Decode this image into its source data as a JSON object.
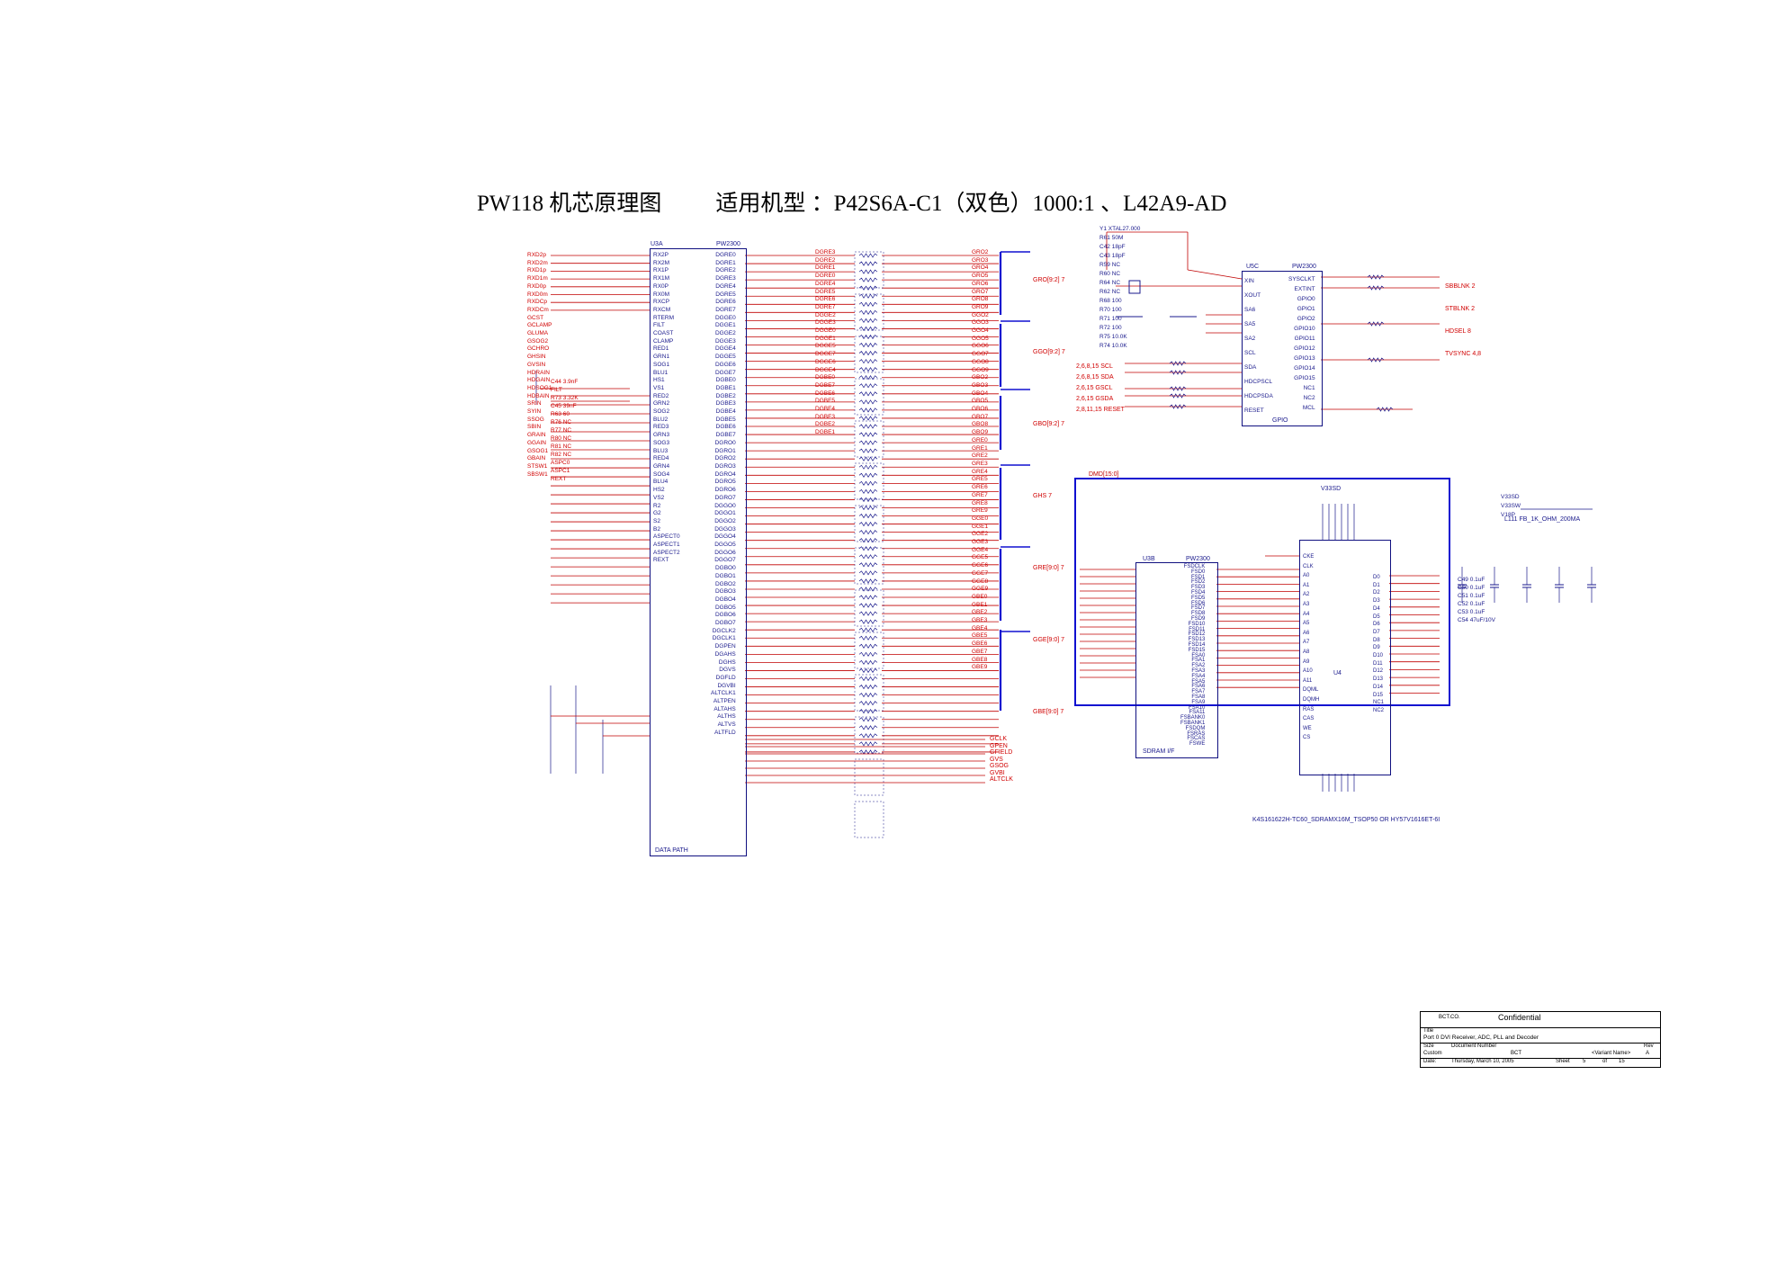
{
  "title": {
    "main": "PW118 机芯原理图",
    "models": "适用机型 ：P42S6A-C1（双色）1000:1 、L42A9-AD"
  },
  "u3a": {
    "ref": "U3A",
    "part": "PW2300",
    "footer": "DATA PATH",
    "left_pins": [
      "RX2P",
      "RX2M",
      "RX1P",
      "RX1M",
      "RX0P",
      "RX0M",
      "RXCP",
      "RXCM",
      "RTERM",
      "FILT",
      "COAST",
      "CLAMP",
      "RED1",
      "GRN1",
      "SOG1",
      "BLU1",
      "HS1",
      "VS1",
      "RED2",
      "GRN2",
      "SOG2",
      "BLU2",
      "RED3",
      "GRN3",
      "SOG3",
      "BLU3",
      "RED4",
      "GRN4",
      "SOG4",
      "BLU4",
      "HS2",
      "VS2",
      "R2",
      "G2",
      "S2",
      "B2",
      "ASPECT0",
      "ASPECT1",
      "ASPECT2",
      "REXT"
    ],
    "right_pins": [
      "DGRE0",
      "DGRE1",
      "DGRE2",
      "DGRE3",
      "DGRE4",
      "DGRE5",
      "DGRE6",
      "DGRE7",
      "DGGE0",
      "DGGE1",
      "DGGE2",
      "DGGE3",
      "DGGE4",
      "DGGE5",
      "DGGE6",
      "DGGE7",
      "DGBE0",
      "DGBE1",
      "DGBE2",
      "DGBE3",
      "DGBE4",
      "DGBE5",
      "DGBE6",
      "DGBE7",
      "DGRO0",
      "DGRO1",
      "DGRO2",
      "DGRO3",
      "DGRO4",
      "DGRO5",
      "DGRO6",
      "DGRO7",
      "DGGO0",
      "DGGO1",
      "DGGO2",
      "DGGO3",
      "DGGO4",
      "DGGO5",
      "DGGO6",
      "DGGO7",
      "DGBO0",
      "DGBO1",
      "DGBO2",
      "DGBO3",
      "DGBO4",
      "DGBO5",
      "DGBO6",
      "DGBO7",
      "DGCLK2",
      "DGCLK1",
      "DGPEN",
      "DGAHS",
      "DGHS",
      "DGVS",
      "DGFLD",
      "DGVBI",
      "ALTCLK1",
      "ALTPEN",
      "ALTAHS",
      "ALTHS",
      "ALTVS",
      "ALTFLD"
    ]
  },
  "left_nets": [
    "RXD2p",
    "RXD2m",
    "RXD1p",
    "RXD1m",
    "RXD0p",
    "RXD0m",
    "RXDCp",
    "RXDCm",
    "GCST",
    "GCLAMP",
    "GLUMA",
    "GSOG2",
    "GCHRO",
    "GHSIN",
    "GVSIN",
    "HDRAIN",
    "HDGAIN",
    "HDSOG1",
    "HDBAIN",
    "SRIN",
    "SYIN",
    "SSOG",
    "SBIN",
    "GRAIN",
    "GGAIN",
    "GSOG1",
    "GBAIN",
    "STSW1",
    "SBSW1"
  ],
  "net_mid_labels": [
    "DGRE3",
    "DGRE2",
    "DGRE1",
    "DGRE0",
    "DGRE4",
    "DGRE5",
    "DGRE6",
    "DGRE7",
    "DGGE2",
    "DGGE3",
    "DGGE0",
    "DGGE1",
    "DGGE5",
    "DGGE7",
    "DGGE6",
    "DGGE4",
    "DGBE0",
    "DGBE7",
    "DGBE6",
    "DGBE5",
    "DGBE4",
    "DGBE3",
    "DGBE2",
    "DGBE1"
  ],
  "bus_labels": [
    "GRO[9:2] 7",
    "GGO[9:2] 7",
    "GBO[9:2] 7",
    "GHS 7",
    "GRE[9:0] 7",
    "GGE[9:0] 7",
    "GBE[9:0] 7"
  ],
  "bus_lines": [
    "GRO2",
    "GRO3",
    "GRO4",
    "GRO5",
    "GRO6",
    "GRO7",
    "GRO8",
    "GRO9",
    "GGO2",
    "GGO3",
    "GGO4",
    "GGO5",
    "GGO6",
    "GGO7",
    "GGO8",
    "GGO9",
    "GBO2",
    "GBO3",
    "GBO4",
    "GBO5",
    "GBO6",
    "GBO7",
    "GBO8",
    "GBO9",
    "GRE0",
    "GRE1",
    "GRE2",
    "GRE3",
    "GRE4",
    "GRE5",
    "GRE6",
    "GRE7",
    "GRE8",
    "GRE9",
    "GGE0",
    "GGE1",
    "GGE2",
    "GGE3",
    "GGE4",
    "GGE5",
    "GGE6",
    "GGE7",
    "GGE8",
    "GGE9",
    "GBE0",
    "GBE1",
    "GBE2",
    "GBE3",
    "GBE4",
    "GBE5",
    "GBE6",
    "GBE7",
    "GBE8",
    "GBE9"
  ],
  "clock_outputs": [
    "GCLK",
    "GPEN",
    "GFIELD",
    "GVS",
    "GSOG",
    "GVBI",
    "ALTCLK"
  ],
  "u5c": {
    "ref": "U5C",
    "part": "PW2300",
    "footer": "GPIO",
    "left_pins": [
      "XIN",
      "XOUT",
      "SA6",
      "SA5",
      "SA2",
      "SCL",
      "SDA",
      "HDCPSCL",
      "HDCPSDA",
      "RESET"
    ],
    "right_pins": [
      "SYSCLKT",
      "EXTINT",
      "GPIO0",
      "GPIO1",
      "GPIO2",
      "GPIO10",
      "GPIO11",
      "GPIO12",
      "GPIO13",
      "GPIO14",
      "GPIO15",
      "NC1",
      "NC2",
      "MCL"
    ],
    "nets": [
      "SBBLNK 2",
      "STBLNK 2",
      "HDSEL 8",
      "TVSYNC 4,8"
    ],
    "left_nets": [
      "2,6,8,15 SCL",
      "2,6,8,15 SDA",
      "2,6,15 GSCL",
      "2,6,15 GSDA",
      "2,8,11,15 RESET"
    ],
    "parts": [
      "Y1 XTAL27.000",
      "R61 50M",
      "C42 18pF",
      "C43 18pF",
      "R59 NC",
      "R60 NC",
      "R64 NC",
      "R62 NC",
      "R68 100",
      "R70 100",
      "R71 100",
      "R72 100",
      "R75 10.0K",
      "R74 10.0K"
    ]
  },
  "u3b": {
    "ref": "U3B",
    "part": "PW2300",
    "footer": "SDRAM I/F",
    "pins": [
      "FSDCLK",
      "FSD0",
      "FSD1",
      "FSD2",
      "FSD3",
      "FSD4",
      "FSD5",
      "FSD6",
      "FSD7",
      "FSD8",
      "FSD9",
      "FSD10",
      "FSD11",
      "FSD12",
      "FSD13",
      "FSD14",
      "FSD15",
      "FSA0",
      "FSA1",
      "FSA2",
      "FSA3",
      "FSA4",
      "FSA5",
      "FSA6",
      "FSA7",
      "FSA8",
      "FSA9",
      "FSA10",
      "FSA11",
      "FSBANK0",
      "FSBANK1",
      "FSDQM",
      "FSRAS",
      "FSCAS",
      "FSWE"
    ]
  },
  "u4": {
    "ref": "U4",
    "left_pins": [
      "CKE",
      "CLK",
      "A0",
      "A1",
      "A2",
      "A3",
      "A4",
      "A5",
      "A6",
      "A7",
      "A8",
      "A9",
      "A10",
      "A11",
      "DQML",
      "DQMH",
      "RAS",
      "CAS",
      "WE",
      "CS"
    ],
    "right_pins": [
      "D0",
      "D1",
      "D2",
      "D3",
      "D4",
      "D5",
      "D6",
      "D7",
      "D8",
      "D9",
      "D10",
      "D11",
      "D12",
      "D13",
      "D14",
      "D15",
      "NC1",
      "NC2"
    ],
    "caption": "K4S161622H-TC60_SDRAMX16M_TSOP50 OR HY57V1616ET-6I",
    "power": "V33SD",
    "bus": "DMD[15:0]"
  },
  "power": {
    "caps": [
      "C49 0.1uF",
      "C50 0.1uF",
      "C51 0.1uF",
      "C52 0.1uF",
      "C53 0.1uF",
      "C54 47uF/10V"
    ],
    "inductor": "L111 FB_1K_OHM_200MA",
    "rails": [
      "V33SD",
      "V33SW",
      "V18P"
    ]
  },
  "filter_parts": [
    "C44 3.9nF",
    "FILT",
    "R73 3.32K",
    "C45 39nF",
    "R63 60",
    "R76 NC",
    "R77 NC",
    "R80 NC",
    "R81 NC",
    "R82 NC",
    "ASPC0",
    "ASPC1",
    "REXT"
  ],
  "title_block": {
    "company": "BCT.CO.",
    "confidential": "Confidential",
    "title_label": "Title",
    "title_text": "Port 0 DVI Receiver, ADC, PLL and Decoder",
    "size_label": "Size",
    "size_value": "Custom",
    "docnum_label": "Document Number",
    "docnum_value": "BCT",
    "variant": "<Variant Name>",
    "rev_label": "Rev",
    "rev_value": "A",
    "date_label": "Date:",
    "date_value": "Thursday, March 10, 2005",
    "sheet_label": "Sheet",
    "sheet_value": "5",
    "of_label": "of",
    "of_value": "15"
  },
  "colors": {
    "wire": "#c00000",
    "component": "#1a1a8c",
    "bus": "#1010d0"
  }
}
